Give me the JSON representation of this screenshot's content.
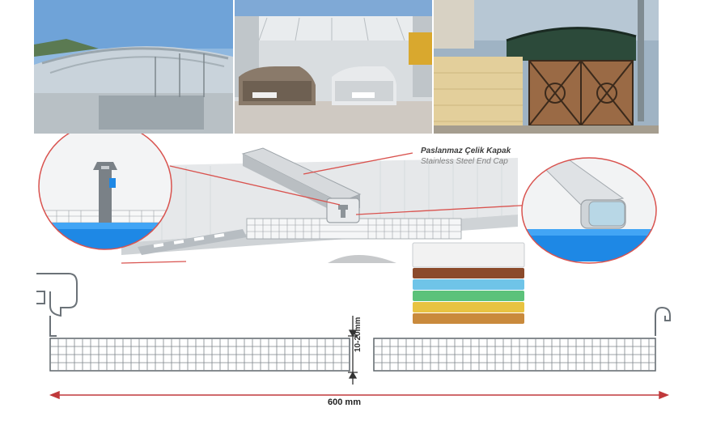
{
  "labels": {
    "end_cap_tr": "Paslanmaz Çelik Kapak",
    "end_cap_en": "Stainless Steel End Cap",
    "thickness": "10-20mm",
    "width": "600 mm"
  },
  "photos": [
    {
      "subject": "curved polycarbonate roof over building"
    },
    {
      "subject": "carport with two parked cars"
    },
    {
      "subject": "arched carport behind stone wall and gate"
    }
  ],
  "color_swatches": [
    "#f2f2f2",
    "#8b4a2b",
    "#6fc4e8",
    "#5cc27a",
    "#e8c341",
    "#c98a3c"
  ],
  "colors": {
    "callout_red": "#d9534f",
    "panel_blue": "#1e88e5",
    "panel_gray": "#c8ccd0"
  }
}
